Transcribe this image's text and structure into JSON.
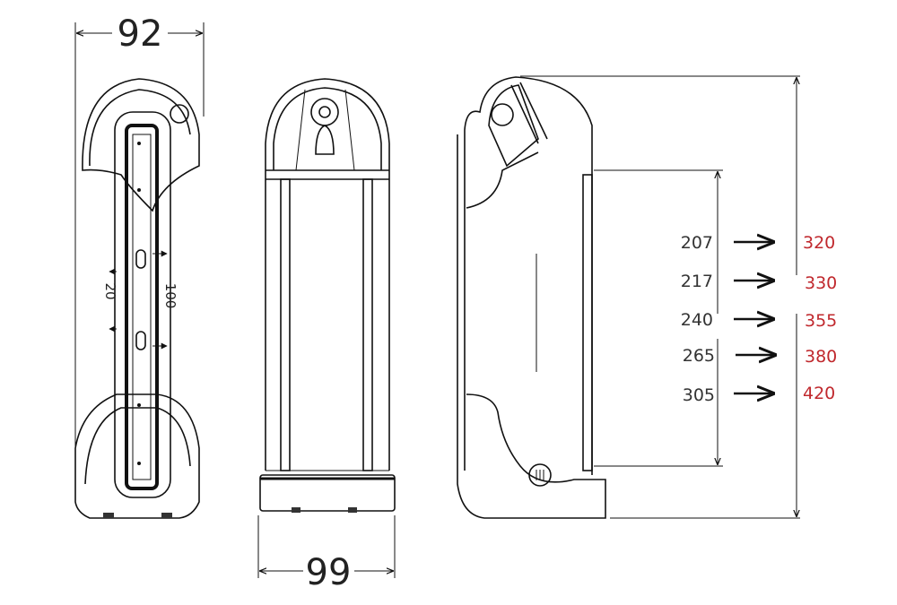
{
  "dimensions": {
    "width_side": "92",
    "width_front": "99",
    "mount_spacing": "100",
    "mount_offset": "20"
  },
  "length_table": {
    "rows": [
      {
        "rail_length": "207",
        "total_length": "320"
      },
      {
        "rail_length": "217",
        "total_length": "330"
      },
      {
        "rail_length": "240",
        "total_length": "355"
      },
      {
        "rail_length": "265",
        "total_length": "380"
      },
      {
        "rail_length": "305",
        "total_length": "420"
      }
    ]
  },
  "colors": {
    "total_length_text": "#c0282d",
    "line": "#111111"
  }
}
